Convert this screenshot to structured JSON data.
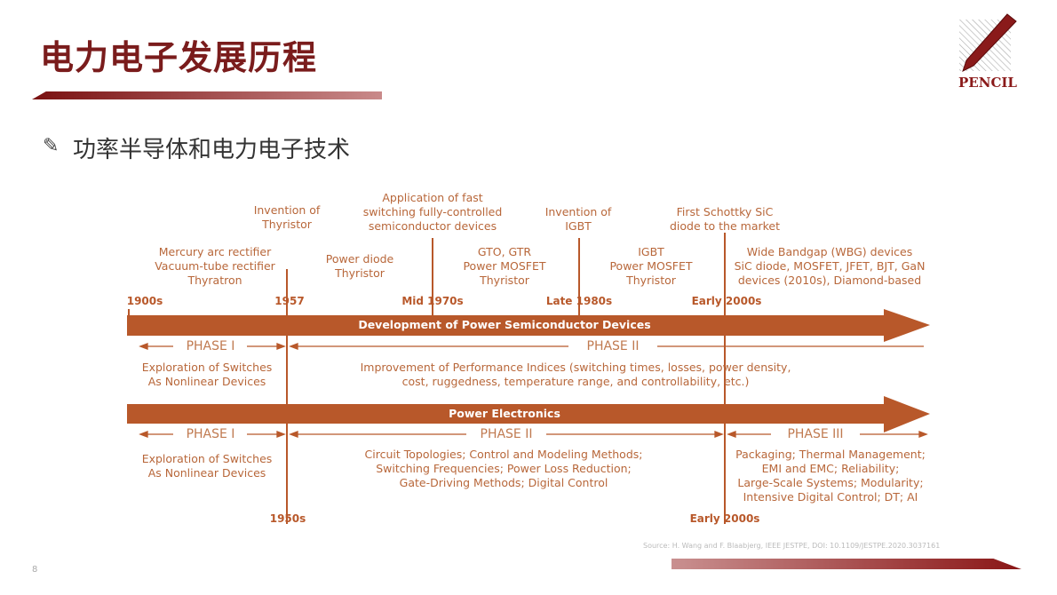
{
  "header": {
    "title": "电力电子发展历程",
    "subtitle": "功率半导体和电力电子技术",
    "logo_text": "PENCIL",
    "pencil_icon": "pencil-icon"
  },
  "timeline": {
    "top_events": [
      {
        "text": "Mercury arc rectifier\nVacuum-tube rectifier\nThyratron"
      },
      {
        "text": "Invention of\nThyristor"
      },
      {
        "text": "Power diode\nThyristor"
      },
      {
        "text": "Application of fast\nswitching fully-controlled\nsemiconductor devices"
      },
      {
        "text": "GTO, GTR\nPower MOSFET\nThyristor"
      },
      {
        "text": "Invention of\nIGBT"
      },
      {
        "text": "IGBT\nPower MOSFET\nThyristor"
      },
      {
        "text": "First Schottky SiC\ndiode to the market"
      },
      {
        "text": "Wide Bandgap (WBG) devices\nSiC diode, MOSFET, JFET, BJT, GaN\ndevices (2010s), Diamond-based"
      }
    ],
    "top_years": [
      "1900s",
      "1957",
      "Mid 1970s",
      "Late 1980s",
      "Early 2000s"
    ],
    "arrow1_label": "Development of Power Semiconductor Devices",
    "row1": {
      "phase1": "PHASE I",
      "phase2": "PHASE II",
      "desc1": "Exploration of Switches\nAs Nonlinear Devices",
      "desc2": "Improvement of Performance Indices (switching times, losses, power density,\ncost, ruggedness, temperature range, and controllability, etc.)"
    },
    "arrow2_label": "Power Electronics",
    "row2": {
      "phase1": "PHASE I",
      "phase2": "PHASE II",
      "phase3": "PHASE III",
      "desc1": "Exploration of Switches\nAs Nonlinear Devices",
      "desc2": "Circuit Topologies; Control and Modeling Methods;\nSwitching Frequencies; Power Loss Reduction;\nGate-Driving Methods; Digital Control",
      "desc3": "Packaging; Thermal Management;\nEMI and EMC; Reliability;\nLarge-Scale Systems; Modularity;\nIntensive Digital Control; DT; AI"
    },
    "bottom_years": [
      "1950s",
      "Early 2000s"
    ],
    "accent_color": "#b8582a"
  },
  "footer": {
    "source": "Source: H. Wang and F. Blaabjerg, IEEE JESTPE, DOI: 10.1109/JESTPE.2020.3037161",
    "page": "8"
  }
}
